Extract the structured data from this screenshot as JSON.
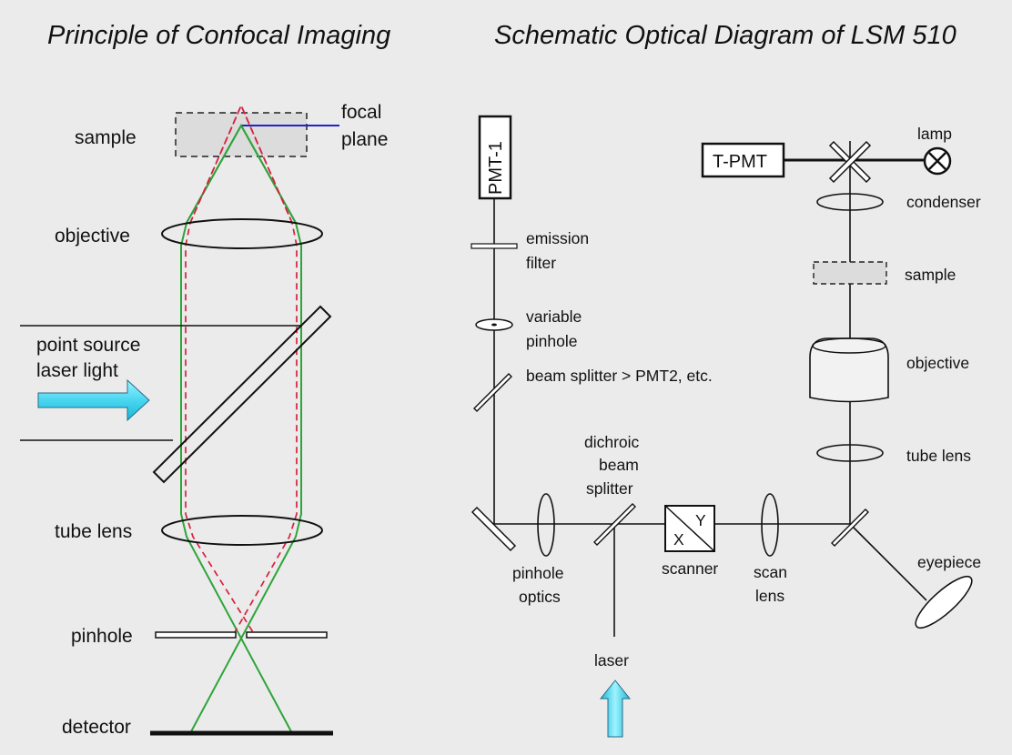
{
  "left": {
    "title": "Principle of Confocal Imaging",
    "labels": {
      "sample": "sample",
      "focal_plane_1": "focal",
      "focal_plane_2": "plane",
      "objective": "objective",
      "point_source_1": "point source",
      "point_source_2": "laser light",
      "tube_lens": "tube lens",
      "pinhole": "pinhole",
      "detector": "detector"
    }
  },
  "right": {
    "title": "Schematic Optical Diagram of LSM 510",
    "boxes": {
      "pmt1": "PMT-1",
      "tpmt": "T-PMT"
    },
    "labels": {
      "lamp": "lamp",
      "condenser": "condenser",
      "sample": "sample",
      "objective": "objective",
      "tube_lens": "tube lens",
      "eyepiece": "eyepiece",
      "emission_1": "emission",
      "emission_2": "filter",
      "variable_1": "variable",
      "variable_2": "pinhole",
      "beam_splitter": "beam splitter > PMT2, etc.",
      "dichroic_1": "dichroic",
      "dichroic_2": "beam",
      "dichroic_3": "splitter",
      "pinhole_optics_1": "pinhole",
      "pinhole_optics_2": "optics",
      "scanner": "scanner",
      "scan_lens_1": "scan",
      "scan_lens_2": "lens",
      "laser": "laser",
      "scanner_x": "X",
      "scanner_y": "Y"
    }
  },
  "colors": {
    "background": "#ebebeb",
    "ink": "#111111",
    "green_ray": "#2ea43a",
    "red_ray": "#d8203f",
    "focal_plane_line": "#2222cc",
    "arrow_fill_light": "#9ff3ff",
    "arrow_fill_dark": "#18b8d6",
    "dashed_box_fill": "#dcdcdc"
  }
}
